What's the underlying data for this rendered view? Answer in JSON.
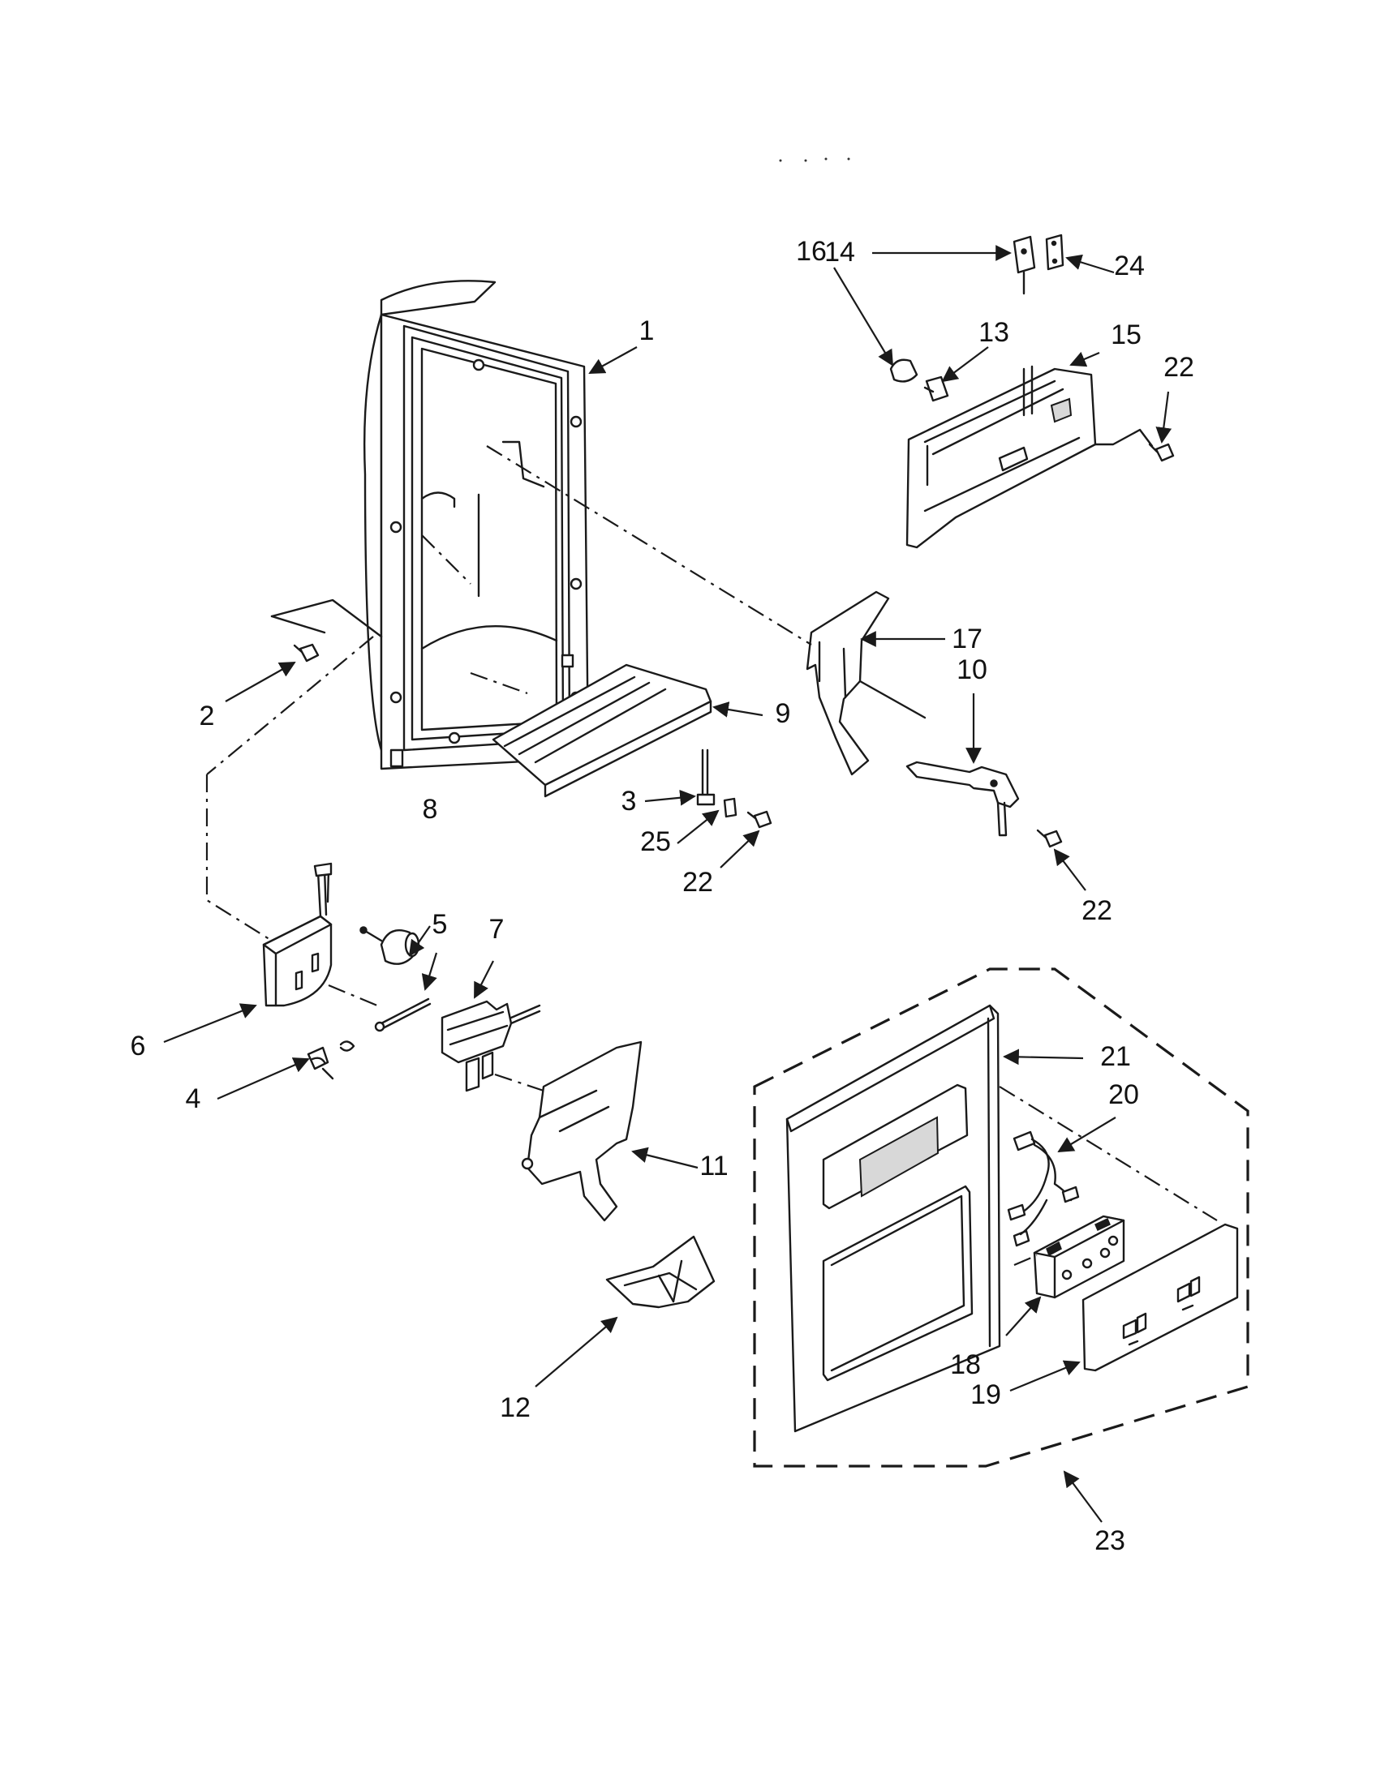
{
  "diagram": {
    "callouts": [
      {
        "id": "c1",
        "label": "1"
      },
      {
        "id": "c2",
        "label": "2"
      },
      {
        "id": "c3",
        "label": "3"
      },
      {
        "id": "c4",
        "label": "4"
      },
      {
        "id": "c5",
        "label": "5"
      },
      {
        "id": "c6",
        "label": "6"
      },
      {
        "id": "c7",
        "label": "7"
      },
      {
        "id": "c8",
        "label": "8"
      },
      {
        "id": "c9",
        "label": "9"
      },
      {
        "id": "c10",
        "label": "10"
      },
      {
        "id": "c11",
        "label": "11"
      },
      {
        "id": "c12",
        "label": "12"
      },
      {
        "id": "c13",
        "label": "13"
      },
      {
        "id": "c14",
        "label": "14"
      },
      {
        "id": "c15",
        "label": "15"
      },
      {
        "id": "c16",
        "label": "16"
      },
      {
        "id": "c17",
        "label": "17"
      },
      {
        "id": "c18",
        "label": "18"
      },
      {
        "id": "c19",
        "label": "19"
      },
      {
        "id": "c20",
        "label": "20"
      },
      {
        "id": "c21",
        "label": "21"
      },
      {
        "id": "c22a",
        "label": "22"
      },
      {
        "id": "c22b",
        "label": "22"
      },
      {
        "id": "c22c",
        "label": "22"
      },
      {
        "id": "c23",
        "label": "23"
      },
      {
        "id": "c24",
        "label": "24"
      },
      {
        "id": "c25",
        "label": "25"
      }
    ]
  }
}
